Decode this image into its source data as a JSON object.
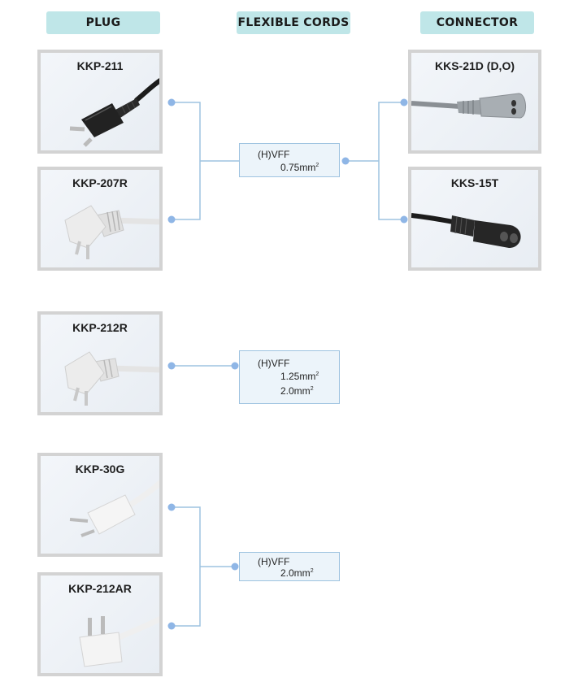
{
  "headers": {
    "plug": "PLUG",
    "cords": "FLEXIBLE CORDS",
    "connector": "CONNECTOR"
  },
  "plugs": [
    {
      "model": "KKP-211",
      "color": "#1c1c1c"
    },
    {
      "model": "KKP-207R",
      "color": "#e9e9e9"
    },
    {
      "model": "KKP-212R",
      "color": "#e9e9e9"
    },
    {
      "model": "KKP-30G",
      "color": "#f2f2f2"
    },
    {
      "model": "KKP-212AR",
      "color": "#f2f2f2"
    }
  ],
  "connectors": [
    {
      "model": "KKS-21D (D,O)",
      "color": "#8a8f94"
    },
    {
      "model": "KKS-15T",
      "color": "#1c1c1c"
    }
  ],
  "cords": [
    {
      "type": "(H)VFF",
      "sizes": [
        "0.75mm",
        ""
      ],
      "unit_sup": "2"
    },
    {
      "type": "(H)VFF",
      "sizes": [
        "1.25mm",
        "2.0mm"
      ],
      "unit_sup": "2"
    },
    {
      "type": "(H)VFF",
      "sizes": [
        "2.0mm"
      ],
      "unit_sup": "2"
    }
  ],
  "colors": {
    "header_bg": "#bfe6e8",
    "line": "#9ec3e0",
    "dot": "#8fb6e6",
    "frame": "#d3d3d3"
  }
}
